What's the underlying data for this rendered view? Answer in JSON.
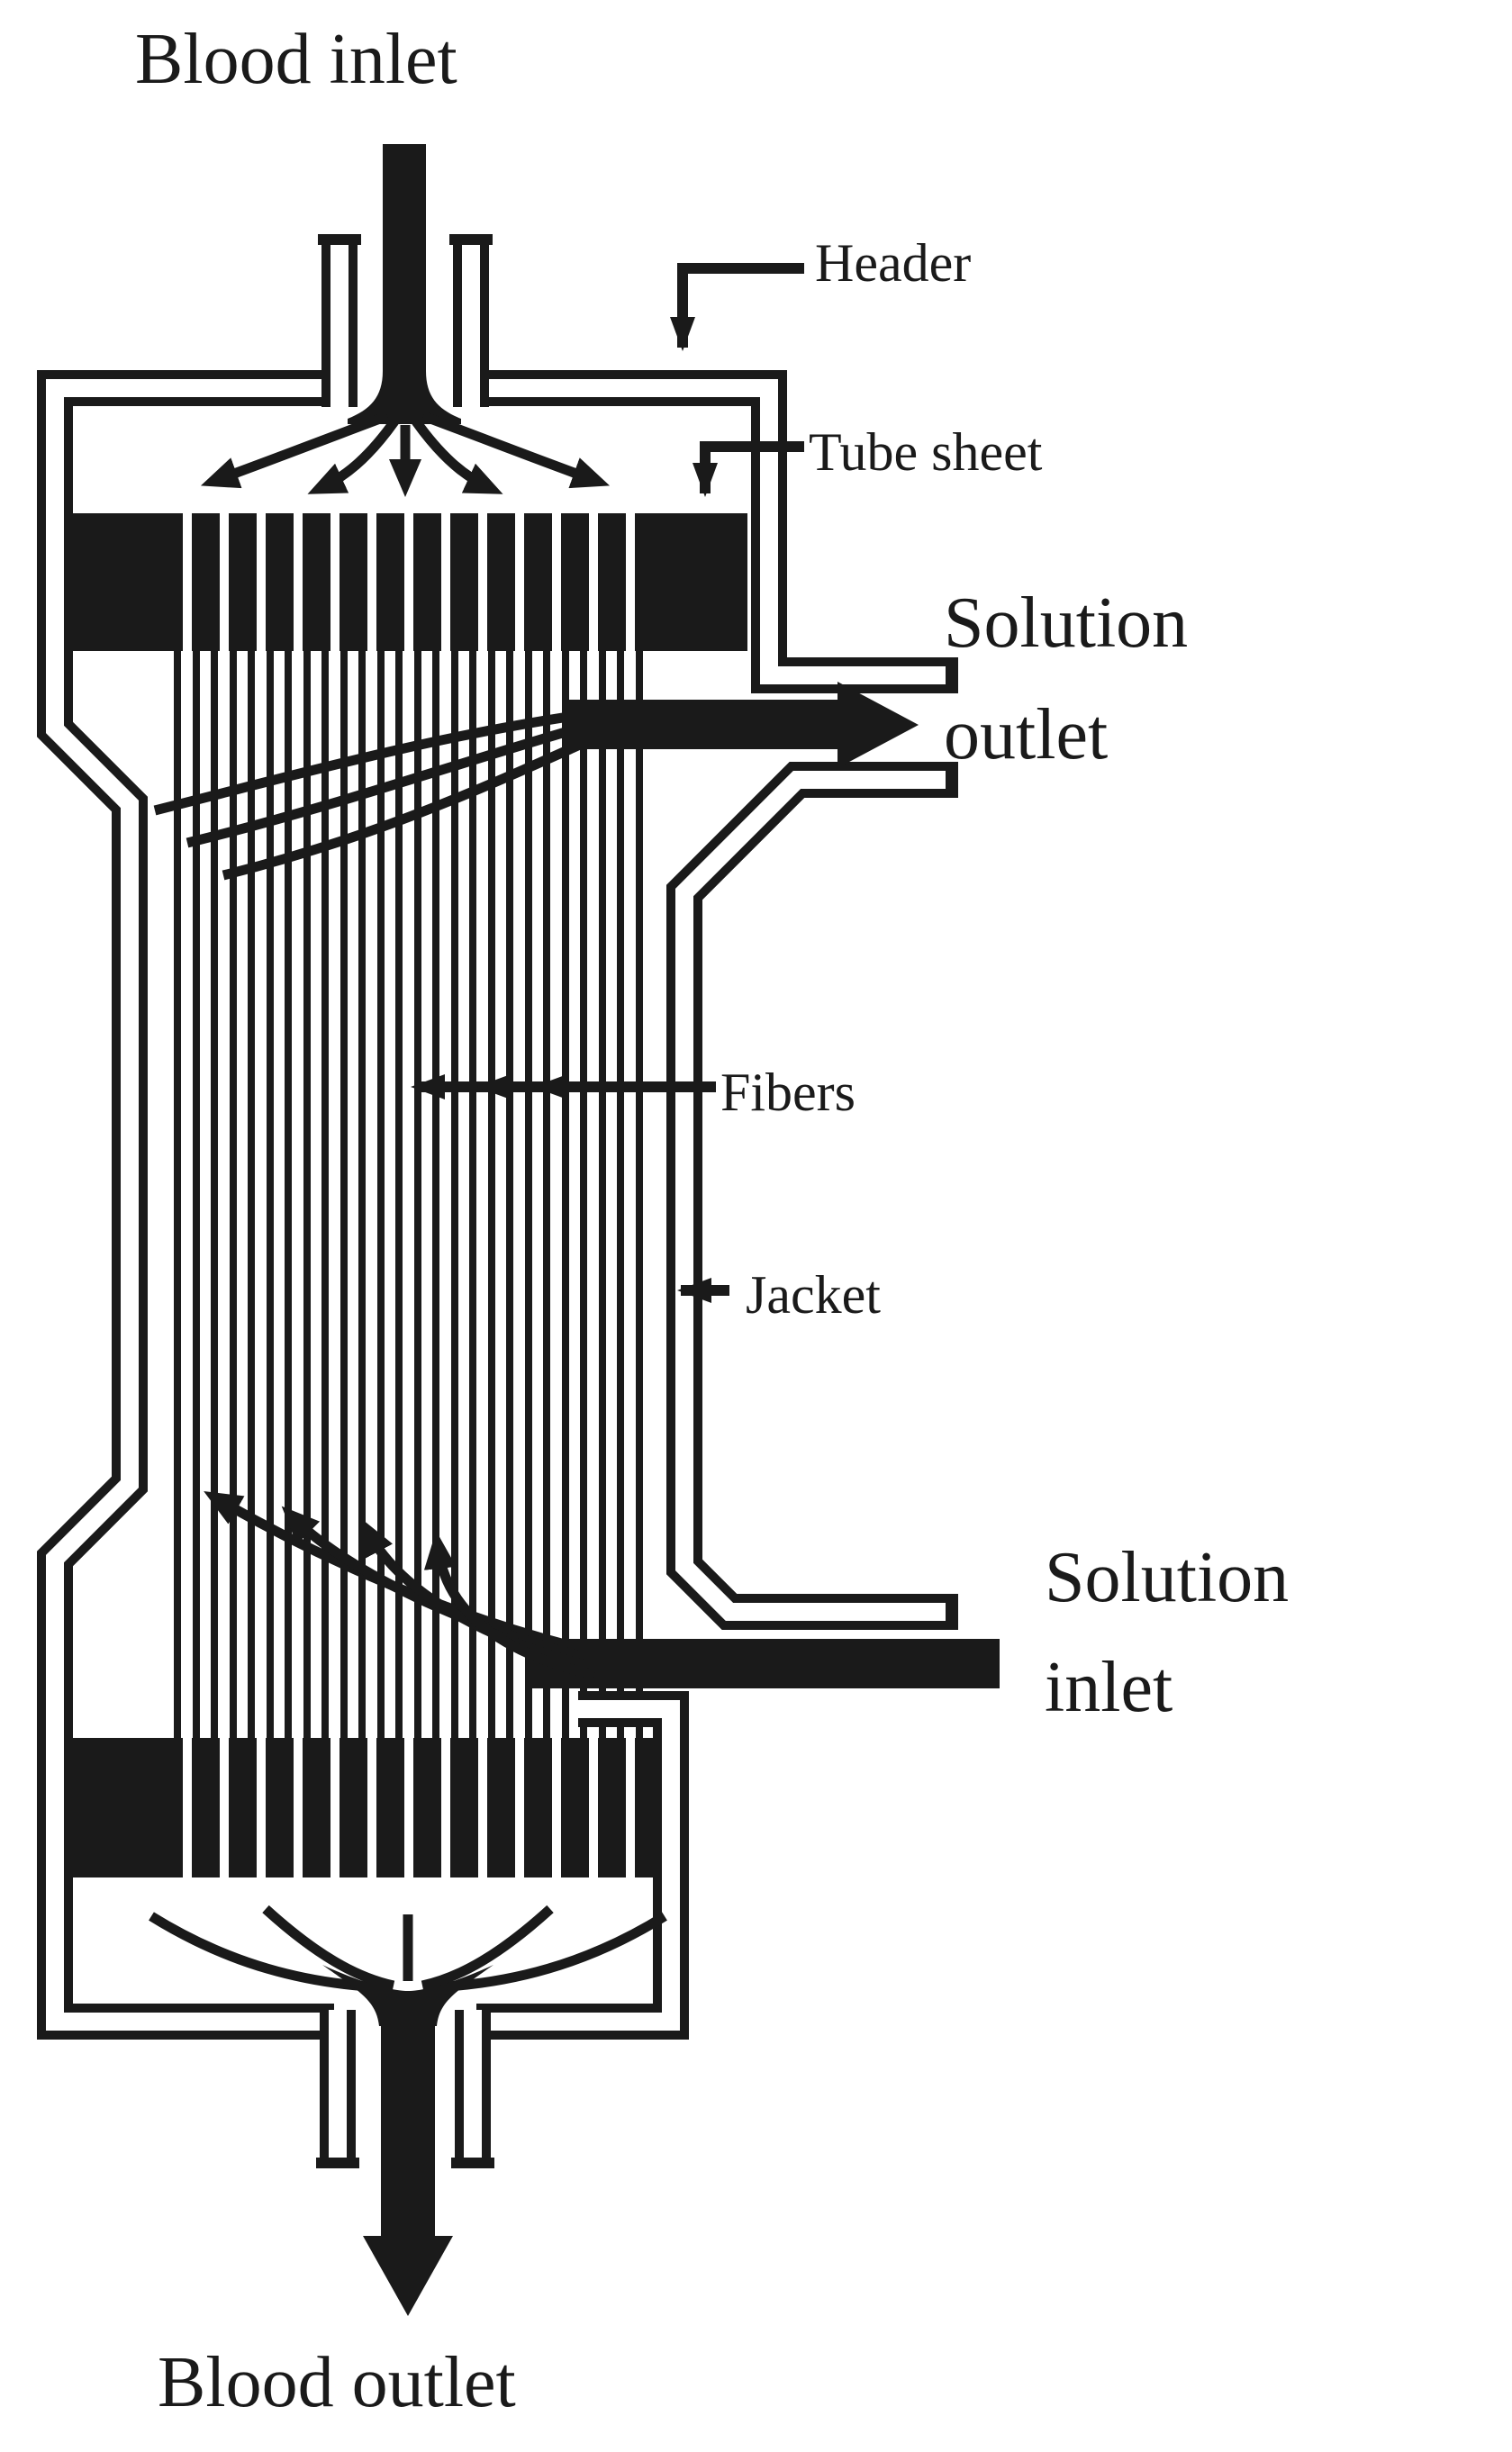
{
  "diagram": {
    "type": "hollow-fiber-dialyzer-cross-section",
    "labels": {
      "blood_inlet": "Blood inlet",
      "header": "Header",
      "tube_sheet": "Tube sheet",
      "solution_outlet": {
        "line1": "Solution",
        "line2": "outlet"
      },
      "fibers": "Fibers",
      "jacket": "Jacket",
      "solution_inlet": {
        "line1": "Solution",
        "line2": "inlet"
      },
      "blood_outlet": "Blood outlet"
    },
    "icons": {
      "blood_inlet_arrow": "thick-down-arrow",
      "blood_outlet_arrow": "thick-down-arrow",
      "solution_outlet_arrow": "thick-right-arrow",
      "solution_inlet_bar": "thick-left-entering-pipe",
      "header_pointer": "elbow-arrow-down",
      "tube_sheet_pointer": "elbow-arrow-down",
      "fibers_pointer": "left-arrow-triple-head",
      "jacket_pointer": "left-arrow"
    },
    "colors": {
      "ink": "#1a1a1a",
      "background": "#ffffff"
    }
  }
}
